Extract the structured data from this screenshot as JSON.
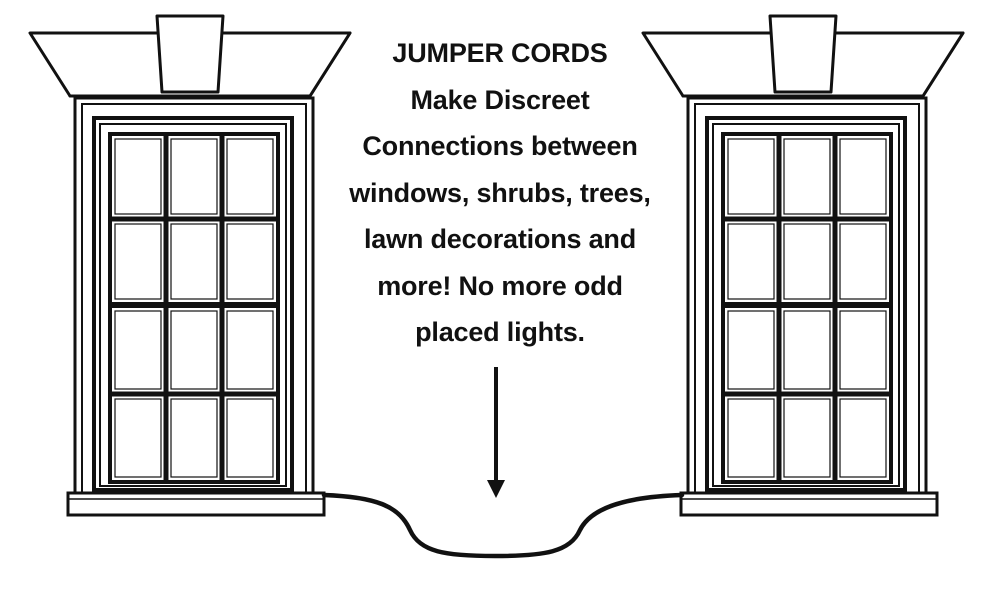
{
  "caption": {
    "title": "JUMPER CORDS",
    "lines": [
      "Make Discreet",
      "Connections between",
      "windows, shrubs, trees,",
      "lawn decorations and",
      "more! No more odd",
      "placed lights."
    ]
  },
  "colors": {
    "ink": "#111111",
    "paper": "#ffffff"
  },
  "icons": {
    "left_window": "window-icon",
    "right_window": "window-icon",
    "cord": "cord-icon",
    "arrow": "arrow-down-icon"
  }
}
